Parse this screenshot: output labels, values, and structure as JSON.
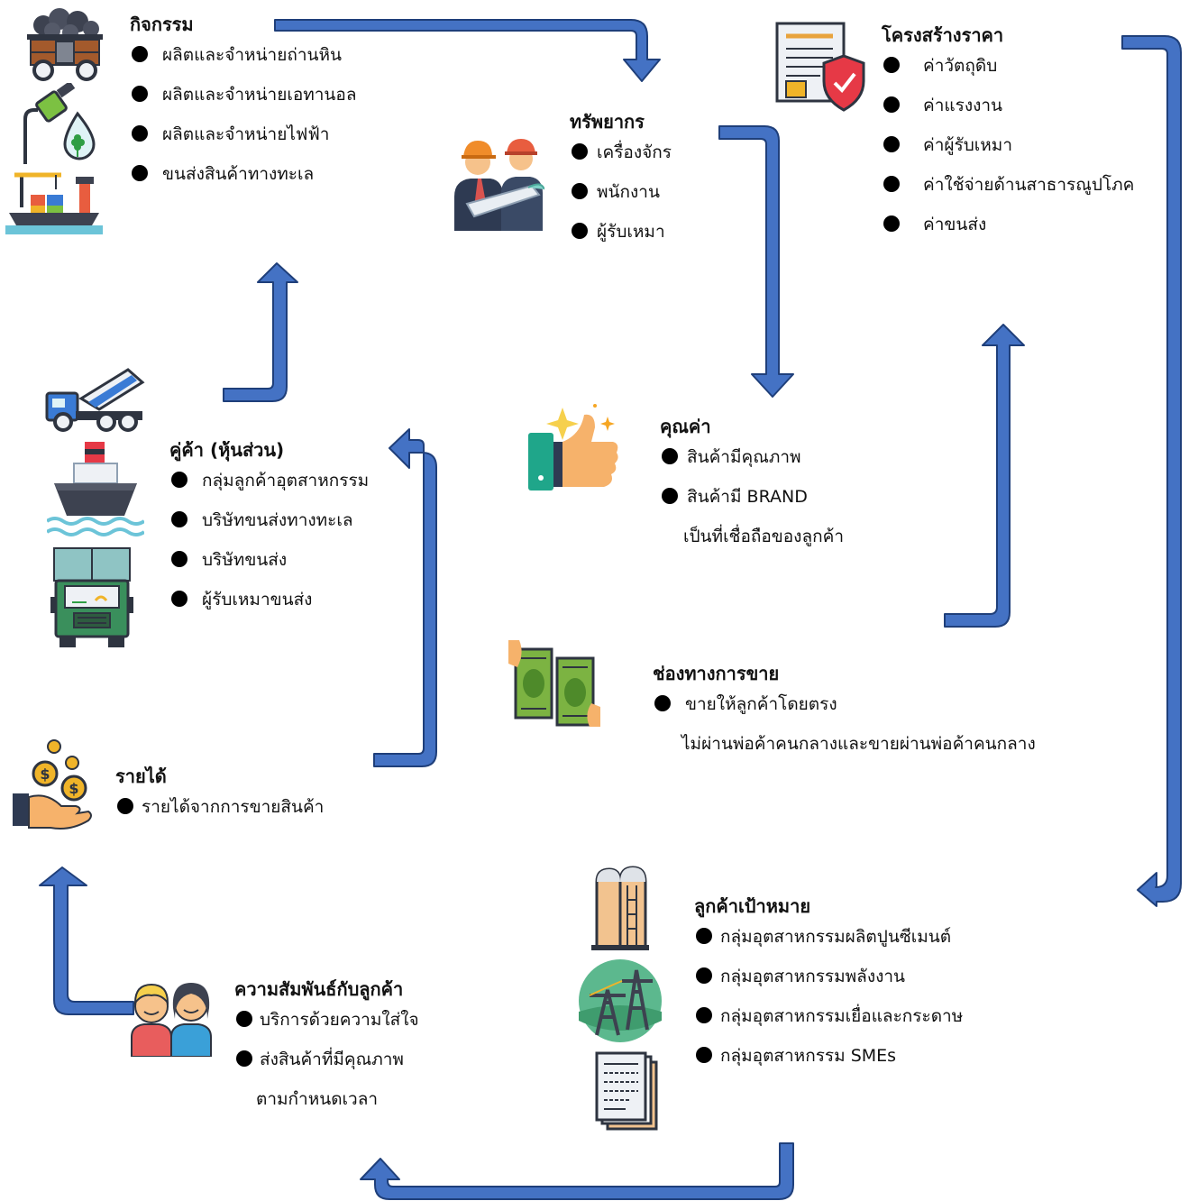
{
  "colors": {
    "arrow": "#4472c4",
    "arrow_dark": "#1f3f7a"
  },
  "blocks": {
    "activities": {
      "title": "กิจกรรม",
      "items": [
        "ผลิตและจำหน่ายถ่านหิน",
        "ผลิตและจำหน่ายเอทานอล",
        "ผลิตและจำหน่ายไฟฟ้า",
        "ขนส่งสินค้าทางทะเล"
      ]
    },
    "resources": {
      "title": "ทรัพยากร",
      "items": [
        "เครื่องจักร",
        "พนักงาน",
        "ผู้รับเหมา"
      ]
    },
    "cost": {
      "title": "โครงสร้างราคา",
      "items": [
        "ค่าวัตถุดิบ",
        "ค่าแรงงาน",
        "ค่าผู้รับเหมา",
        "ค่าใช้จ่ายด้านสาธารณูปโภค",
        "ค่าขนส่ง"
      ]
    },
    "partners": {
      "title": "คู่ค้า (หุ้นส่วน)",
      "items": [
        "กลุ่มลูกค้าอุตสาหกรรม",
        "บริษัทขนส่งทางทะเล",
        "บริษัทขนส่ง",
        "ผู้รับเหมาขนส่ง"
      ]
    },
    "value": {
      "title": "คุณค่า",
      "item1": "สินค้ามีคุณภาพ",
      "item2_line1": "สินค้ามี BRAND",
      "item2_line2": "เป็นที่เชื่อถือของลูกค้า"
    },
    "channels": {
      "title": "ช่องทางการขาย",
      "item_line1": "ขายให้ลูกค้าโดยตรง",
      "item_line2": "ไม่ผ่านพ่อค้าคนกลางและขายผ่านพ่อค้าคนกลาง"
    },
    "revenue": {
      "title": "รายได้",
      "items": [
        "รายได้จากการขายสินค้า"
      ]
    },
    "segments": {
      "title": "ลูกค้าเป้าหมาย",
      "items": [
        "กลุ่มอุตสาหกรรมผลิตปูนซีเมนต์",
        "กลุ่มอุตสาหกรรมพลังงาน",
        "กลุ่มอุตสาหกรรมเยื่อและกระดาษ",
        "กลุ่มอุตสาหกรรม SMEs"
      ]
    },
    "relationships": {
      "title": "ความสัมพันธ์กับลูกค้า",
      "item1": "บริการด้วยความใส่ใจ",
      "item2_line1": "ส่งสินค้าที่มีคุณภาพ",
      "item2_line2": "ตามกำหนดเวลา"
    }
  },
  "icons": [
    "coal-cart-icon",
    "fuel-drop-icon",
    "cargo-ship-port-icon",
    "engineers-icon",
    "document-shield-icon",
    "thumbs-up-icon",
    "cement-truck-icon",
    "ship-icon",
    "truck-icon",
    "money-exchange-icon",
    "coins-hand-icon",
    "silos-icon",
    "power-tower-icon",
    "documents-icon",
    "customers-icon"
  ]
}
